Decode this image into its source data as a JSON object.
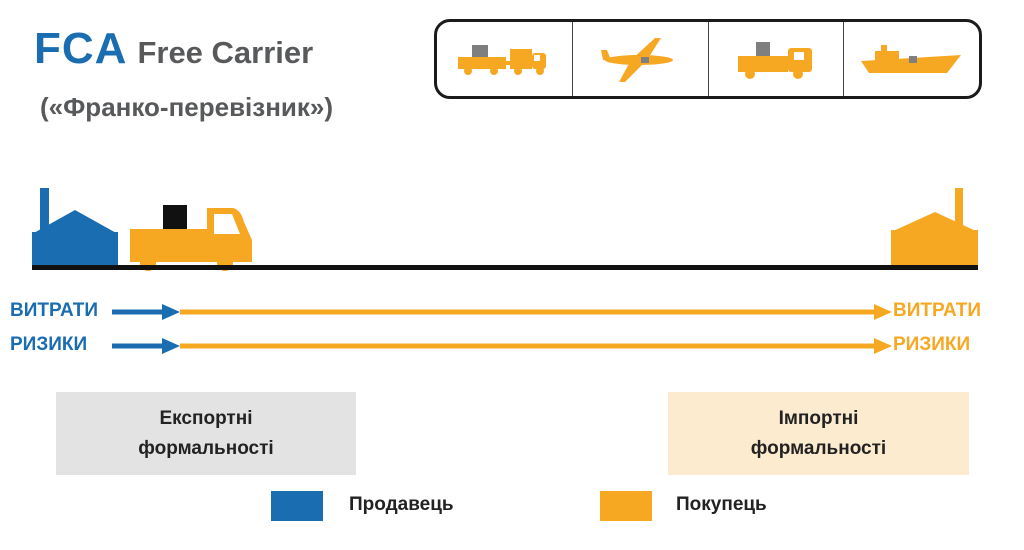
{
  "header": {
    "code": "FCA",
    "name": "Free Carrier",
    "translation": "(«Франко-перевізник»)"
  },
  "transport_modes": [
    "truck-with-trailer-icon",
    "airplane-icon",
    "truck-icon",
    "ship-icon"
  ],
  "flow": {
    "costs_label": "ВИТРАТИ",
    "risks_label": "РИЗИКИ",
    "transfer_point": "seller premises (loaded on buyer's carrier)"
  },
  "formalities": {
    "export": {
      "line1": "Експортні",
      "line2": "формальності",
      "party": "seller"
    },
    "import": {
      "line1": "Імпортні",
      "line2": "формальності",
      "party": "buyer"
    }
  },
  "legend": {
    "seller": "Продавець",
    "buyer": "Покупець"
  },
  "colors": {
    "seller": "#1a6db0",
    "buyer": "#f7a823",
    "title_code": "#1a6db0",
    "title_text": "#58595b",
    "export_bg": "#e3e3e4",
    "import_bg": "#fdebd0",
    "cargo_box": "#111111",
    "small_cargo": "#7f7f7f"
  }
}
